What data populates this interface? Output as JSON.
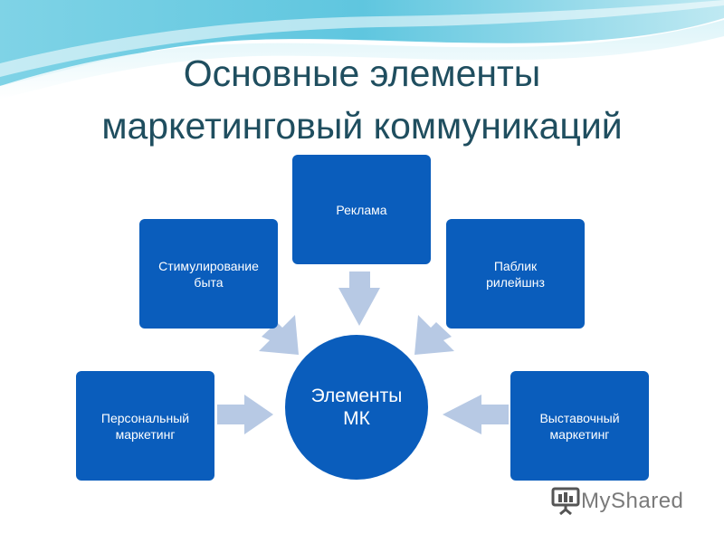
{
  "slide": {
    "title_line1": "Основные элементы",
    "title_line2": "маркетинговый коммуникаций"
  },
  "diagram": {
    "center": "Элементы\nМК",
    "nodes": {
      "advertising": "Реклама",
      "sales_promotion": "Стимулирование\nбыта",
      "public_relations": "Паблик\nрилейшнз",
      "personal_marketing": "Персональный\nмаркетинг",
      "exhibition_marketing": "Выставочный\nмаркетинг"
    }
  },
  "watermark": {
    "text": "MyShared"
  },
  "colors": {
    "box": "#0a5dbc",
    "arrow": "#b7c9e4",
    "title": "#1f4e5f"
  }
}
